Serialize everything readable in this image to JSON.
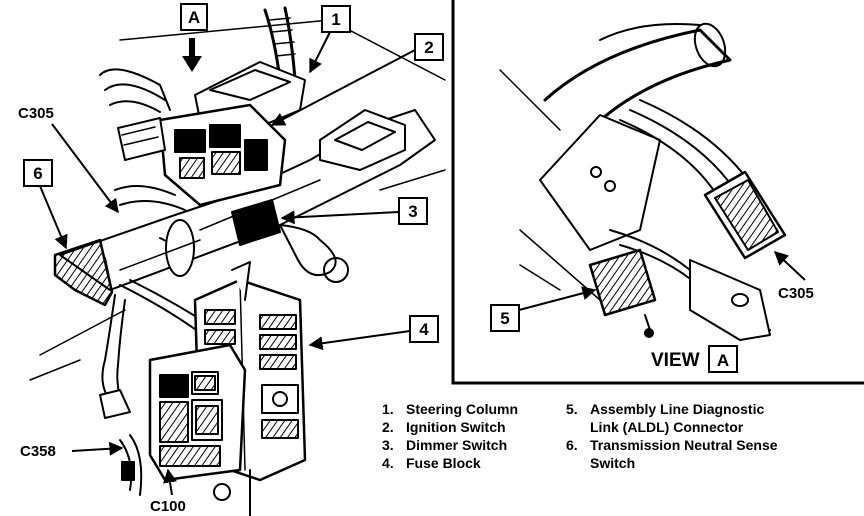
{
  "callouts": {
    "a": "A",
    "c1": "1",
    "c2": "2",
    "c3": "3",
    "c4": "4",
    "c5": "5",
    "c6": "6"
  },
  "connectors": {
    "c305_main": "C305",
    "c305_view": "C305",
    "c358": "C358",
    "c100": "C100"
  },
  "view": {
    "label": "VIEW",
    "letter": "A"
  },
  "legend": {
    "left": [
      {
        "num": "1.",
        "text": "Steering Column"
      },
      {
        "num": "2.",
        "text": "Ignition Switch"
      },
      {
        "num": "3.",
        "text": "Dimmer Switch"
      },
      {
        "num": "4.",
        "text": "Fuse Block"
      }
    ],
    "right": [
      {
        "num": "5.",
        "text": "Assembly Line Diagnostic\nLink (ALDL) Connector"
      },
      {
        "num": "6.",
        "text": "Transmission Neutral Sense\nSwitch"
      }
    ]
  },
  "colors": {
    "ink": "#000000",
    "paper": "#ffffff"
  }
}
